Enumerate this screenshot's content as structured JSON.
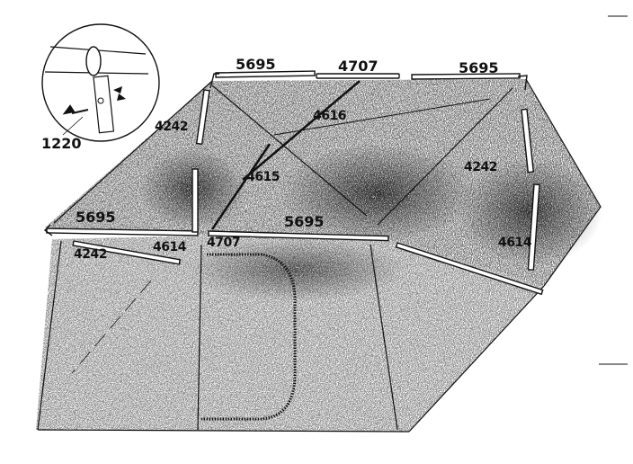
{
  "diagram": {
    "parts": {
      "ridge_left": "5695",
      "ridge_center": "4707",
      "ridge_right": "5695",
      "front_left": "5695",
      "front_center": "5695",
      "front_joint": "4707",
      "rafter_back": "4616",
      "rafter_front": "4615",
      "upright_left": "4614",
      "upright_right": "4614",
      "corner_back_left": "4242",
      "corner_back_right": "4242",
      "corner_front_left": "4242",
      "clamp_detail": "1220"
    },
    "colors": {
      "ink": "#111111",
      "paper": "#ffffff",
      "shade": "#2a2a2a"
    }
  }
}
